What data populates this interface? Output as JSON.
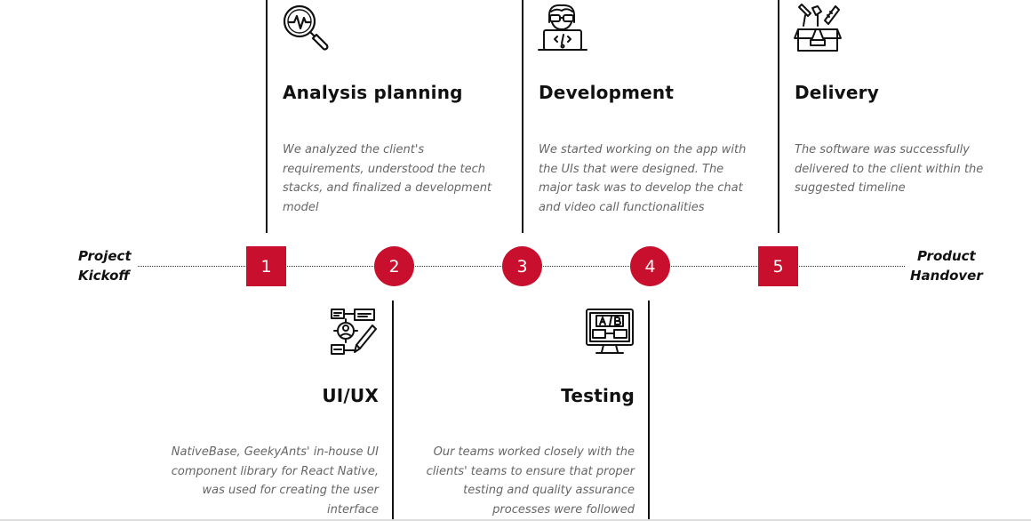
{
  "timeline": {
    "start_label_line1": "Project",
    "start_label_line2": "Kickoff",
    "end_label_line1": "Product",
    "end_label_line2": "Handover",
    "steps": [
      "1",
      "2",
      "3",
      "4",
      "5"
    ]
  },
  "stages": {
    "analysis": {
      "icon": "analysis-magnifier-icon",
      "title": "Analysis planning",
      "description": "We analyzed the client's requirements, understood the tech stacks, and finalized a development model"
    },
    "uiux": {
      "icon": "uiux-design-icon",
      "title": "UI/UX",
      "description": "NativeBase, GeekyAnts' in-house UI component library for React Native, was used for creating the user interface"
    },
    "development": {
      "icon": "developer-icon",
      "title": "Development",
      "description": "We started working on the app with the UIs that were designed. The major task was to develop the chat and video call functionalities"
    },
    "testing": {
      "icon": "ab-testing-icon",
      "title": "Testing",
      "description": "Our teams worked closely with the clients' teams to ensure that proper testing and quality assurance processes were followed"
    },
    "delivery": {
      "icon": "delivery-box-icon",
      "title": "Delivery",
      "description": "The software was successfully delivered to the client within the suggested timeline"
    }
  },
  "colors": {
    "accent": "#c8102e",
    "text": "#111111",
    "muted": "#666666"
  }
}
